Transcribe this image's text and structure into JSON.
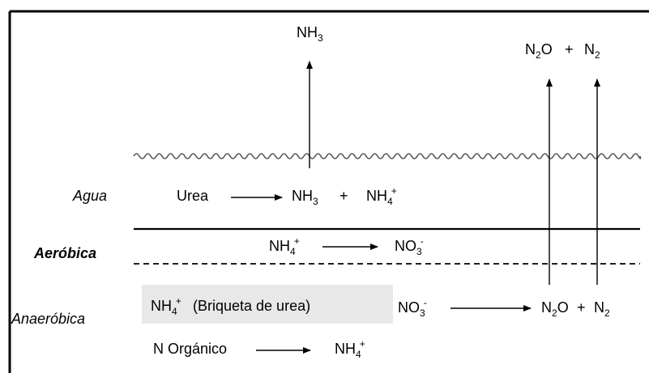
{
  "zones": {
    "water": "Agua",
    "aerobic": "Aeróbica",
    "anaerobic": "Anaeróbica"
  },
  "species": {
    "ammonia": {
      "base": "NH",
      "sub": "3"
    },
    "ammonium": {
      "base": "NH",
      "sub": "4",
      "sup": "+"
    },
    "nitrate": {
      "base": "NO",
      "sub": "3",
      "sup": "-"
    },
    "nitrous_oxide": {
      "base": "N",
      "sub": "2",
      "tail": "O"
    },
    "nitrogen": {
      "base": "N",
      "sub": "2"
    }
  },
  "labels": {
    "urea": "Urea",
    "plus": "+",
    "briquette": "(Briqueta de urea)",
    "organic_n": "N Orgánico"
  },
  "colors": {
    "line": "#000000",
    "arrow": "#000000",
    "briquette_box": "#e8e8e8",
    "wave": "#555555"
  }
}
